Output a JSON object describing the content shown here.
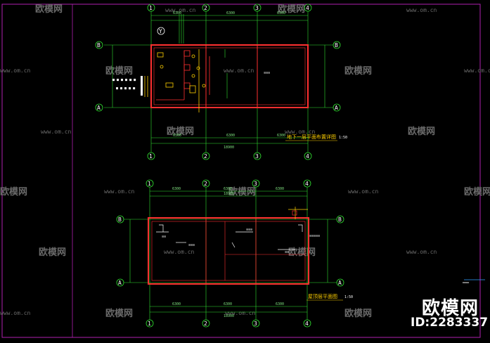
{
  "watermark": {
    "brand": "欧模网",
    "url": "www.om.cn",
    "id_label": "ID:2283337"
  },
  "plan_upper": {
    "title": "地下一层平面布置详图",
    "scale": "1:50",
    "axes_x": [
      "1",
      "2",
      "3",
      "4"
    ],
    "axes_y": [
      "B",
      "A"
    ],
    "dims_top": [
      "6300",
      "6300",
      "6300"
    ],
    "dim_total": "18900",
    "marker": "Y"
  },
  "plan_lower": {
    "title": "屋顶层平面图",
    "scale": "1:50",
    "axes_x": [
      "1",
      "2",
      "3",
      "4"
    ],
    "axes_y": [
      "B",
      "A"
    ],
    "dims_top": [
      "6300",
      "6300",
      "6300"
    ],
    "dim_total": "18900"
  },
  "colors": {
    "background": "#000000",
    "wall": "#ff3030",
    "dimension": "#30e030",
    "axis_bubble": "#30e030",
    "frame": "#c020c0",
    "equipment": "#ffd000"
  }
}
